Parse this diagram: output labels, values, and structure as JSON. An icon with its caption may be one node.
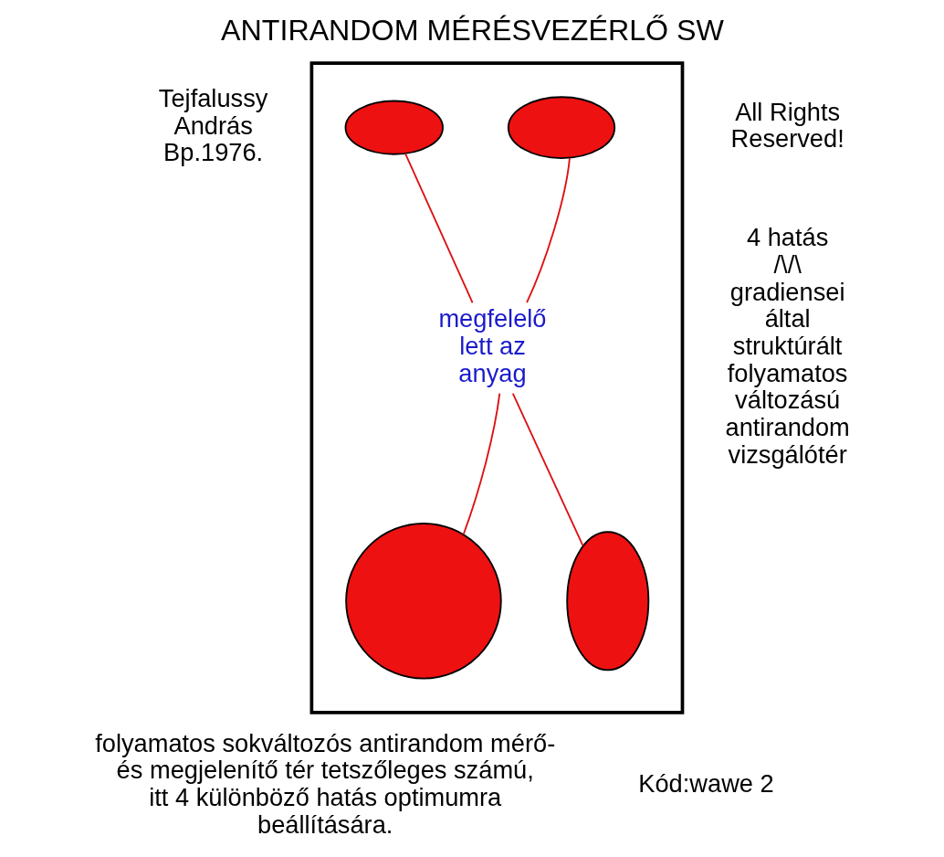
{
  "diagram": {
    "title": "ANTIRANDOM MÉRÉSVEZÉRLŐ SW",
    "nodes": [
      {
        "text": [],
        "shape": "box"
      },
      {
        "text": [],
        "shape": "ellipse",
        "in": 0
      },
      {
        "text": [],
        "shape": "ellipse",
        "in": 0
      },
      {
        "text": [
          "megfelelő lett az anyag"
        ],
        "in": 0
      },
      {
        "text": [],
        "shape": "circle",
        "in": 0
      },
      {
        "text": [],
        "shape": "ellipse",
        "in": 0
      }
    ],
    "edges": [
      {
        "from": 3,
        "to": 1,
        "arrow": "none"
      },
      {
        "from": 3,
        "to": 2,
        "arrow": "none"
      },
      {
        "from": 3,
        "to": 4,
        "arrow": "none"
      },
      {
        "from": 3,
        "to": 5,
        "arrow": "none"
      }
    ],
    "labels": [
      "Tejfalussy András Bp.1976.",
      "All Rights Reserved!",
      "4 hatás /\\/\\ gradiensei által struktúrált folyamatos változású antirandom vizsgálótér",
      "folyamatos sokváltozós antirandom mérő- és megjelenítő tér tetszőleges számú, itt 4 különböző hatás optimumra beállítására.",
      "Kód:wawe 2"
    ]
  }
}
